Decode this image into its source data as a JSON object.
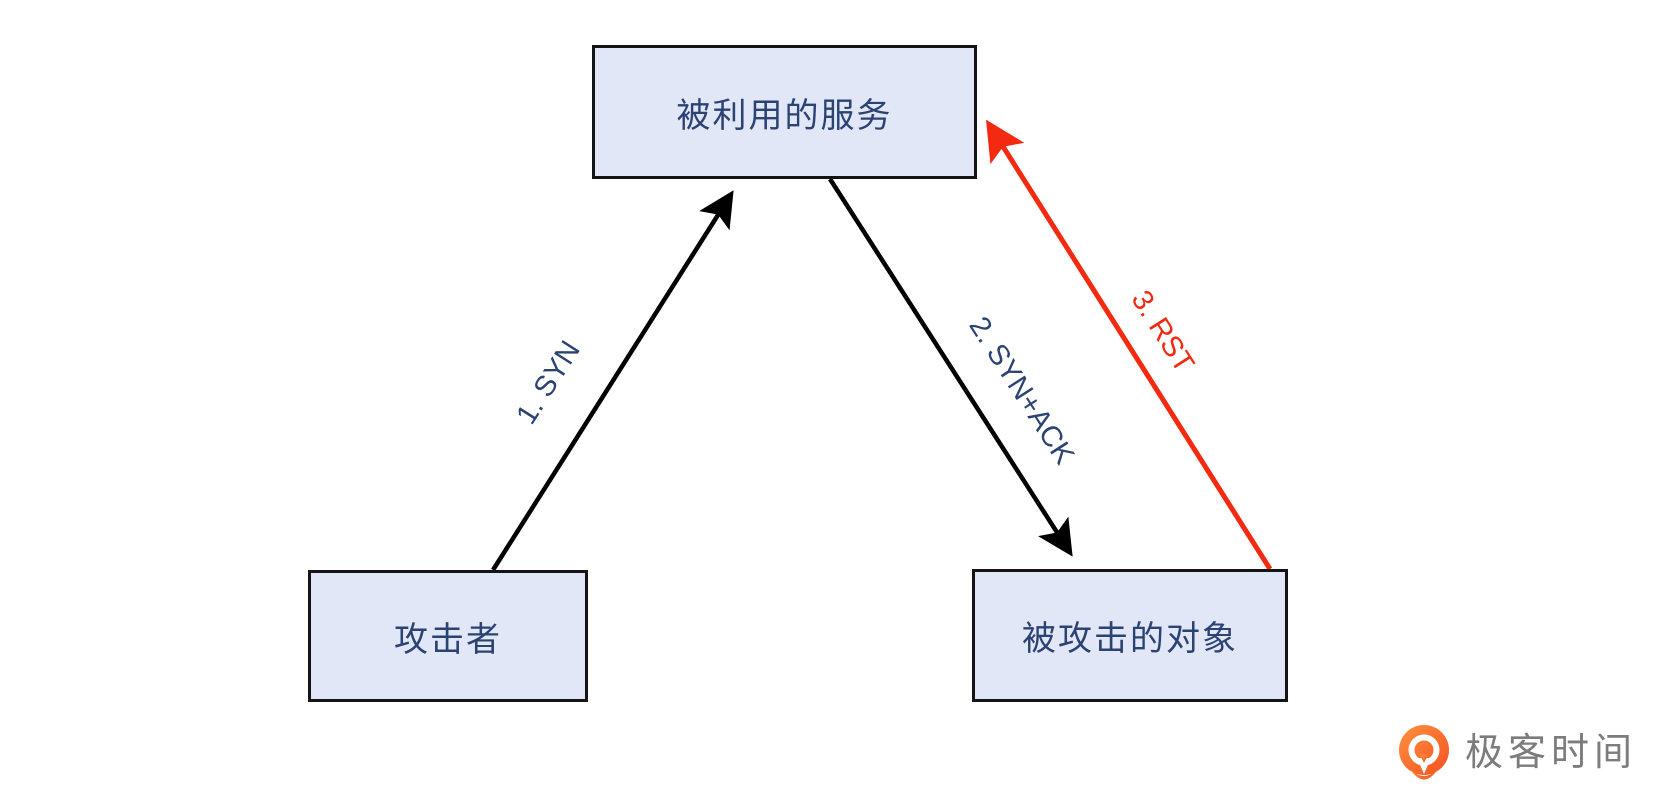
{
  "colors": {
    "background": "#ffffff",
    "box_fill": "#e2e7f8",
    "box_border": "#141414",
    "box_text": "#2b4373",
    "arrow_black": "#000000",
    "arrow_red": "#f42a10",
    "logo_text_gray": "#7c7c7c",
    "logo_orange": "#f4511e"
  },
  "nodes": {
    "exploited_service": {
      "label": "被利用的服务"
    },
    "attacker": {
      "label": "攻击者"
    },
    "victim": {
      "label": "被攻击的对象"
    }
  },
  "edges": [
    {
      "label": "1. SYN",
      "from": "attacker",
      "to": "exploited_service",
      "color": "black"
    },
    {
      "label": "2. SYN+ACK",
      "from": "exploited_service",
      "to": "victim",
      "color": "black"
    },
    {
      "label": "3. RST",
      "from": "victim",
      "to": "exploited_service",
      "color": "red"
    }
  ],
  "watermark": {
    "text": "极客时间"
  }
}
